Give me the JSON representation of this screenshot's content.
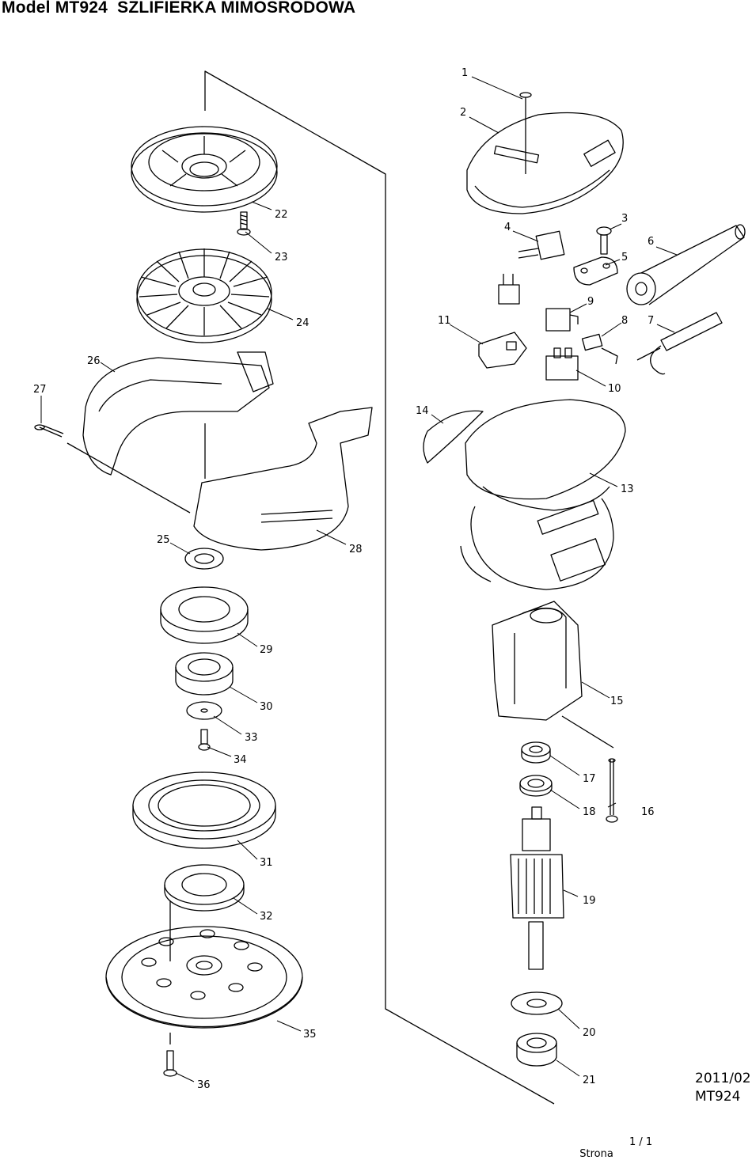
{
  "title": "Model MT924  SZLIFIERKA MIMOŚRODOWA",
  "part_numbers": [
    "1",
    "2",
    "3",
    "4",
    "5",
    "6",
    "7",
    "8",
    "9",
    "10",
    "11",
    "13",
    "14",
    "15",
    "16",
    "17",
    "18",
    "19",
    "20",
    "21",
    "22",
    "23",
    "24",
    "25",
    "26",
    "27",
    "28",
    "29",
    "30",
    "31",
    "32",
    "33",
    "34",
    "35",
    "36"
  ],
  "footer_info": {
    "date": "2011/02",
    "model": "MT924"
  },
  "page": {
    "label": "Strona",
    "number": "1 / 1"
  }
}
